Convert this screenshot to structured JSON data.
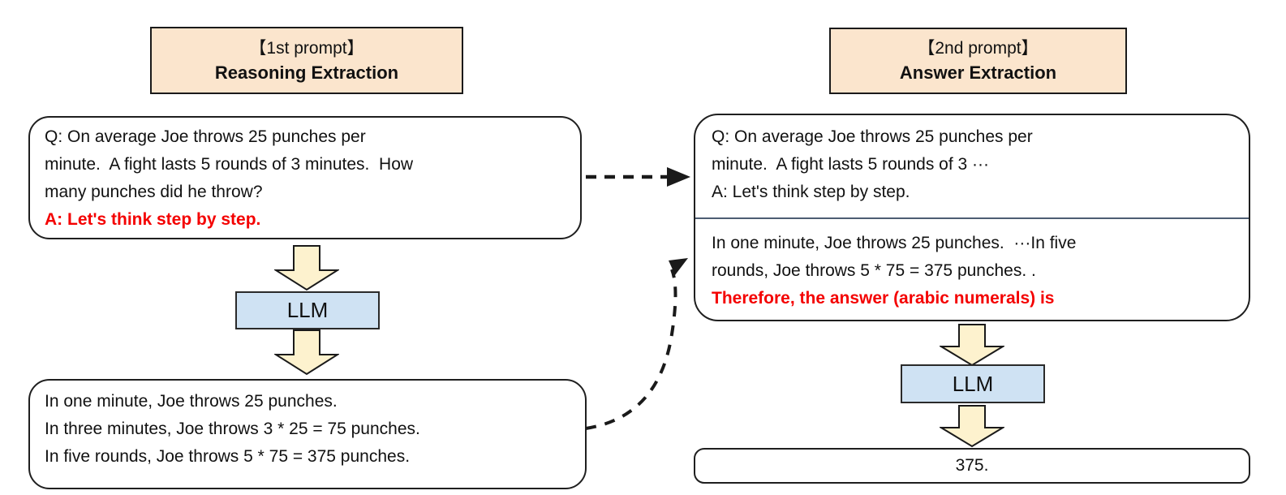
{
  "diagram_title": "Zero-shot chain-of-thought two-stage prompting pipeline",
  "colors": {
    "header_fill": "#FBE5CD",
    "llm_fill": "#CFE2F3",
    "block_arrow_fill": "#FDF2CE",
    "trigger_red": "#F40000",
    "divider": "#4D5D73",
    "border": "#1F1F1F",
    "background": "#FFFFFF"
  },
  "left": {
    "header": {
      "line1": "【1st prompt】",
      "line2": "Reasoning Extraction"
    },
    "question_box": {
      "q_text": "Q: On average Joe throws 25 punches per\nminute.  A fight lasts 5 rounds of 3 minutes.  How\nmany punches did he throw?",
      "a_text": "A: Let's think step by step."
    },
    "llm_label": "LLM",
    "output_box": {
      "text": "In one minute, Joe throws 25 punches.\nIn three minutes, Joe throws 3 * 25 = 75 punches.\nIn five rounds, Joe throws 5 * 75 = 375 punches."
    }
  },
  "right": {
    "header": {
      "line1": "【2nd prompt】",
      "line2": "Answer Extraction"
    },
    "prompt_box": {
      "q_text": "Q: On average Joe throws 25 punches per\nminute.  A fight lasts 5 rounds of 3 ···\nA: Let's think step by step.",
      "reasoning_text": "In one minute, Joe throws 25 punches.  ···In five\nrounds, Joe throws 5 * 75 = 375 punches. .",
      "trigger_text": "Therefore, the answer (arabic numerals) is"
    },
    "llm_label": "LLM",
    "answer_box": {
      "text": "375."
    }
  }
}
